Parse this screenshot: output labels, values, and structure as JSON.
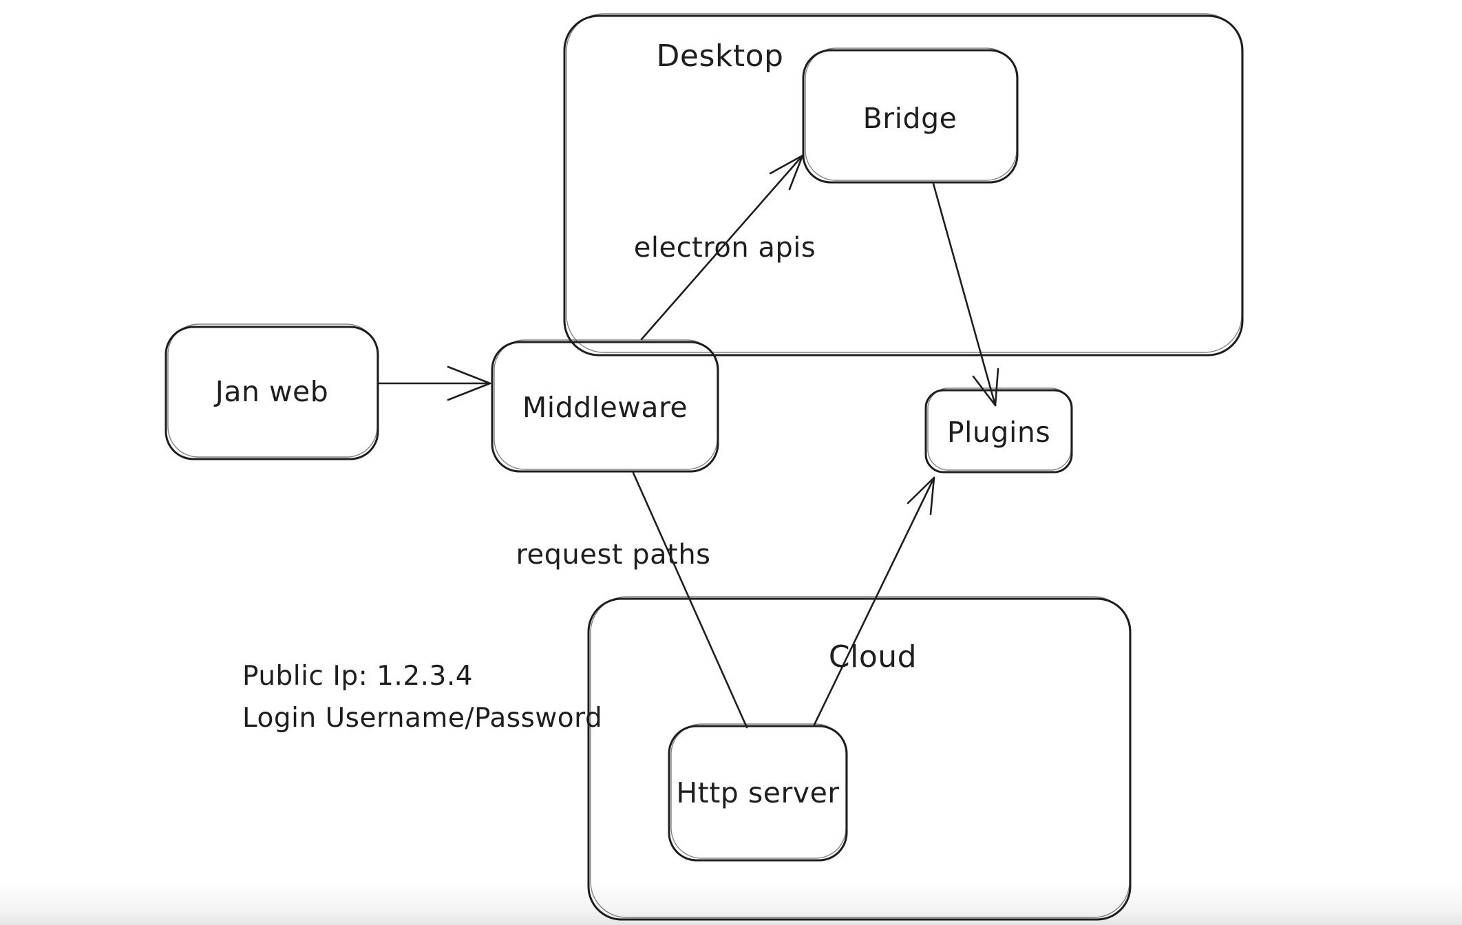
{
  "canvas": {
    "background": "#ffffff",
    "ink": "#1e1e1e",
    "bottom_fade": "#e8e8e8"
  },
  "diagram": {
    "containers": [
      {
        "id": "desktop",
        "label": "Desktop"
      },
      {
        "id": "cloud",
        "label": "Cloud"
      }
    ],
    "nodes": [
      {
        "id": "jan-web",
        "label": "Jan web"
      },
      {
        "id": "middleware",
        "label": "Middleware"
      },
      {
        "id": "bridge",
        "label": "Bridge"
      },
      {
        "id": "plugins",
        "label": "Plugins"
      },
      {
        "id": "http-server",
        "label": "Http server"
      }
    ],
    "edges": [
      {
        "from": "jan-web",
        "to": "middleware",
        "label": "",
        "arrowhead": true
      },
      {
        "from": "middleware",
        "to": "bridge",
        "label": "electron apis",
        "arrowhead": true
      },
      {
        "from": "bridge",
        "to": "plugins",
        "label": "",
        "arrowhead": true
      },
      {
        "from": "middleware",
        "to": "http-server",
        "label": "request paths",
        "arrowhead": false
      },
      {
        "from": "http-server",
        "to": "plugins",
        "label": "",
        "arrowhead": true
      }
    ],
    "annotation": {
      "lines": [
        "Public Ip: 1.2.3.4",
        "Login Username/Password"
      ]
    }
  }
}
